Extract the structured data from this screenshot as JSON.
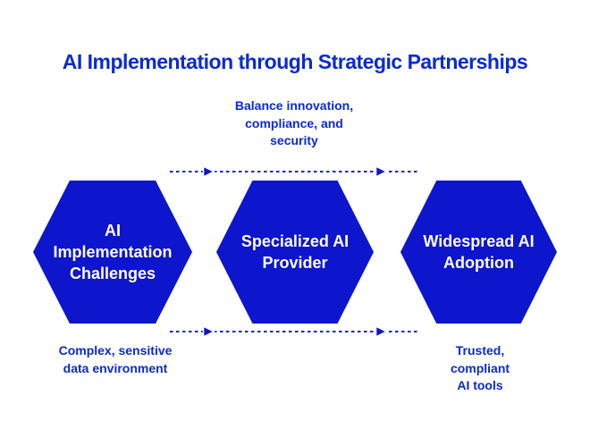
{
  "title": "AI Implementation through Strategic Partnerships",
  "colors": {
    "background": "#ffffff",
    "text_blue": "#0a2ad2",
    "line_blue": "#1525d4",
    "hex_fill": "#0d15cd",
    "hex_text": "#ffffff"
  },
  "nodes": [
    {
      "id": "challenges",
      "label": "AI\nImplementation\nChallenges"
    },
    {
      "id": "provider",
      "label": "Specialized AI\nProvider"
    },
    {
      "id": "adoption",
      "label": "Widespread AI\nAdoption"
    }
  ],
  "edge_labels": {
    "top": "Balance innovation,\ncompliance, and\nsecurity",
    "bottom_left": "Complex, sensitive\ndata environment",
    "bottom_right": "Trusted, compliant\nAI tools"
  },
  "edges": [
    {
      "from": "challenges",
      "to": "provider",
      "position": "top",
      "label": "Balance innovation, compliance, and security"
    },
    {
      "from": "provider",
      "to": "adoption",
      "position": "top",
      "label": ""
    },
    {
      "from": "challenges",
      "to": "provider",
      "position": "bottom",
      "label": "Complex, sensitive data environment"
    },
    {
      "from": "provider",
      "to": "adoption",
      "position": "bottom",
      "label": "Trusted, compliant AI tools"
    }
  ]
}
